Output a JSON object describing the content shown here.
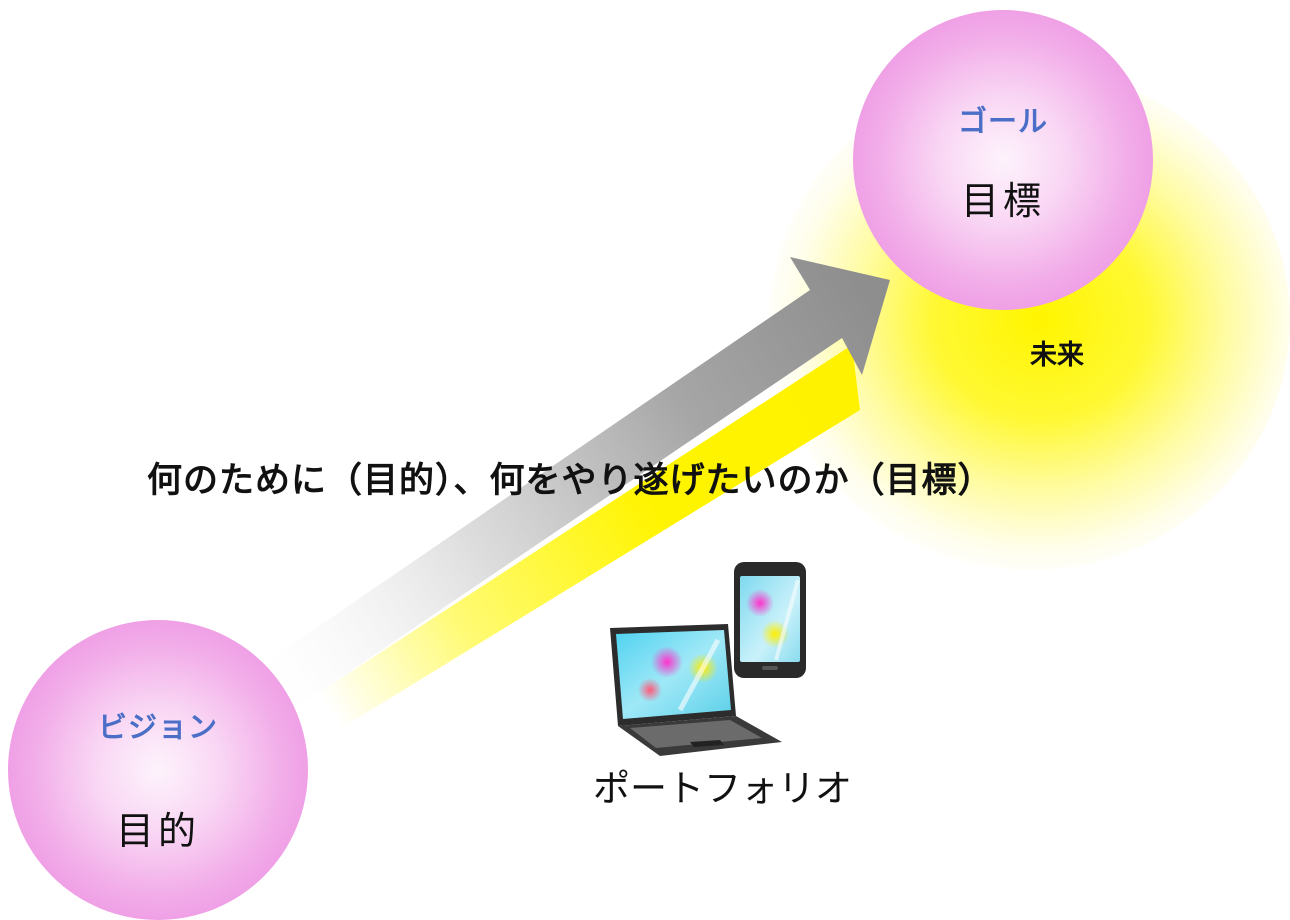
{
  "goal": {
    "kana": "ゴール",
    "kanji": "目標"
  },
  "vision": {
    "kana": "ビジョン",
    "kanji": "目的"
  },
  "future": {
    "label": "未来"
  },
  "caption": "何のために（目的）、何をやり遂げたいのか（目標）",
  "portfolio": {
    "label": "ポートフォリオ"
  },
  "colors": {
    "circle_pink": "#ee98e4",
    "kana_blue": "#4b6fc7",
    "arrow_gray": "#9a9a9a",
    "glow_yellow": "#fff500"
  }
}
